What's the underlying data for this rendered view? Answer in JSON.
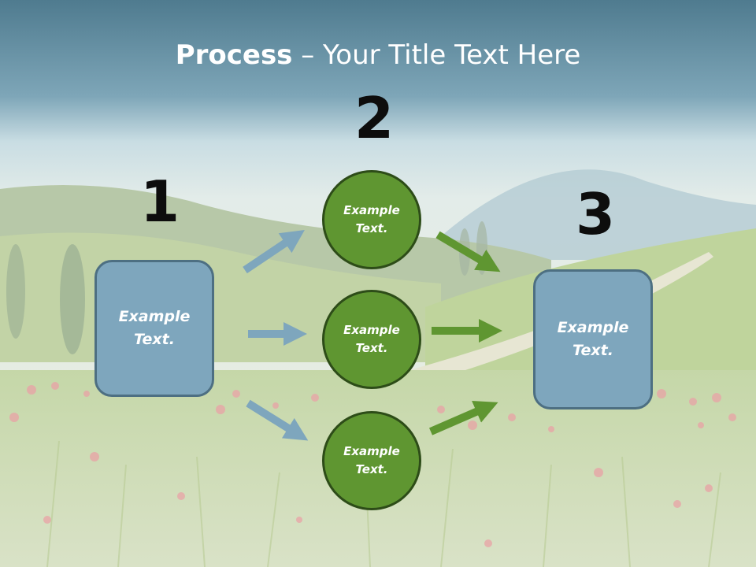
{
  "title": {
    "bold": "Process",
    "rest": " – Your Title Text Here"
  },
  "steps": [
    {
      "number": "1",
      "text_line1": "Example",
      "text_line2": "Text."
    },
    {
      "number": "2"
    },
    {
      "number": "3",
      "text_line1": "Example",
      "text_line2": "Text."
    }
  ],
  "nodes": [
    {
      "text_line1": "Example",
      "text_line2": "Text."
    },
    {
      "text_line1": "Example",
      "text_line2": "Text."
    },
    {
      "text_line1": "Example",
      "text_line2": "Text."
    }
  ],
  "colors": {
    "box_fill": "#7ea6bd",
    "box_border": "#4d6f82",
    "circle_fill": "#5f9631",
    "circle_border": "#2d4c18",
    "blue_arrow": "#7ea6bd",
    "green_arrow": "#5f9631"
  }
}
